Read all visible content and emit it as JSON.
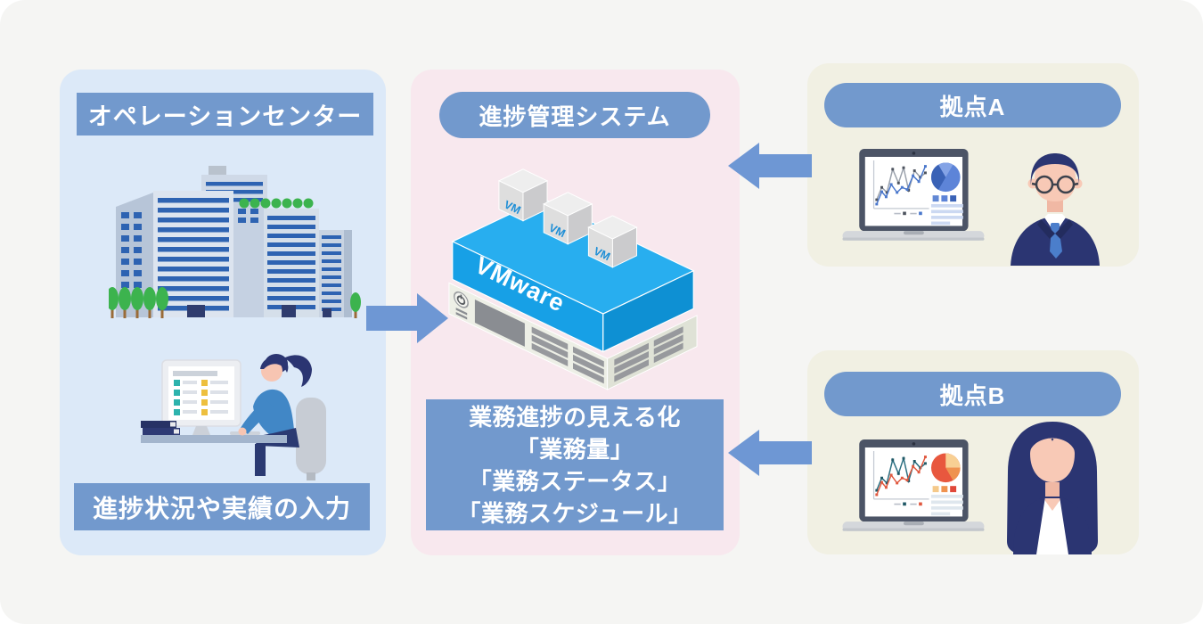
{
  "left_panel": {
    "title": "オペレーションセンター",
    "caption": "進捗状況や実績の入力"
  },
  "middle_panel": {
    "title": "進捗管理システム",
    "server_brand": "VMware",
    "vm_labels": [
      "VM",
      "VM",
      "VM"
    ],
    "note_lines": [
      "業務進捗の見える化",
      "「業務量」",
      "「業務ステータス」",
      "「業務スケジュール」"
    ]
  },
  "site_a": {
    "title": "拠点A"
  },
  "site_b": {
    "title": "拠点B"
  },
  "colors": {
    "label_blue": "#7299cd",
    "arrow_blue": "#6e97d4",
    "vmware_cyan": "#17a0e6",
    "panel_left_bg": "#dce9f8",
    "panel_middle_bg": "#f8e8ee",
    "panel_site_bg": "#f1f0e3",
    "card_bg": "#f5f5f3",
    "navy": "#2b3572"
  }
}
